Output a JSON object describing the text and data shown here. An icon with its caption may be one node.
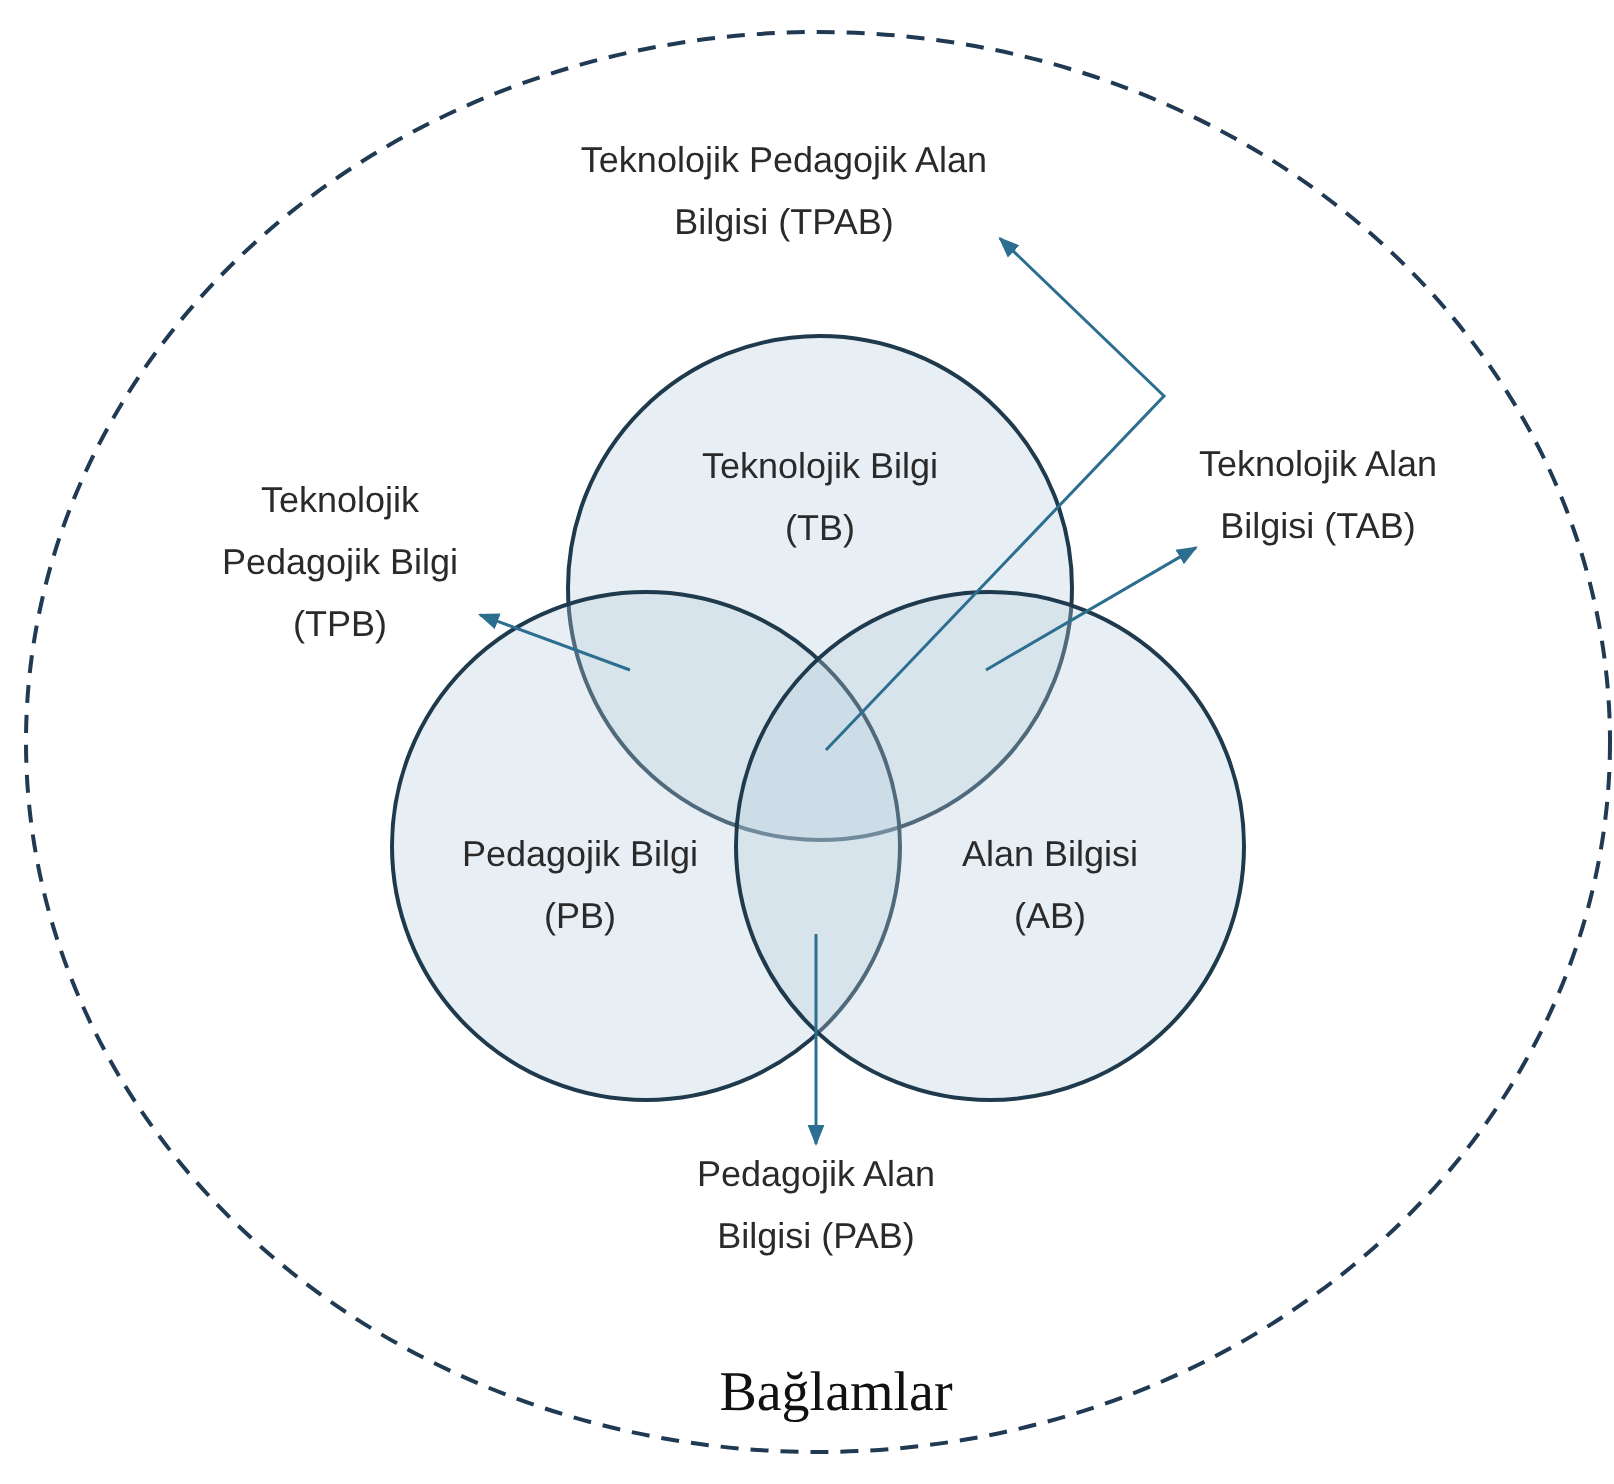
{
  "diagram": {
    "nodes": [
      {
        "text": [
          "Bağlamlar"
        ]
      },
      {
        "text": [
          "Teknolojik Bilgi (TB)"
        ],
        "in": 0
      },
      {
        "text": [
          "Pedagojik Bilgi (PB)"
        ],
        "in": 0
      },
      {
        "text": [
          "Alan Bilgisi (AB)"
        ],
        "in": 0
      },
      {
        "text": [
          "Teknolojik Pedagojik Alan Bilgisi (TPAB)"
        ],
        "in": 0
      },
      {
        "text": [
          "Teknolojik Pedagojik Bilgi (TPB)"
        ],
        "in": 0
      },
      {
        "text": [
          "Teknolojik Alan Bilgisi (TAB)"
        ],
        "in": 0
      },
      {
        "text": [
          "Pedagojik Alan Bilgisi (PAB)"
        ],
        "in": 0
      }
    ],
    "edges": [
      {
        "from": 1,
        "to": 4,
        "arrow": "to"
      },
      {
        "from": 1,
        "to": 5,
        "arrow": "to"
      },
      {
        "from": 1,
        "to": 6,
        "arrow": "to"
      },
      {
        "from": 2,
        "to": 7,
        "arrow": "to"
      }
    ]
  }
}
